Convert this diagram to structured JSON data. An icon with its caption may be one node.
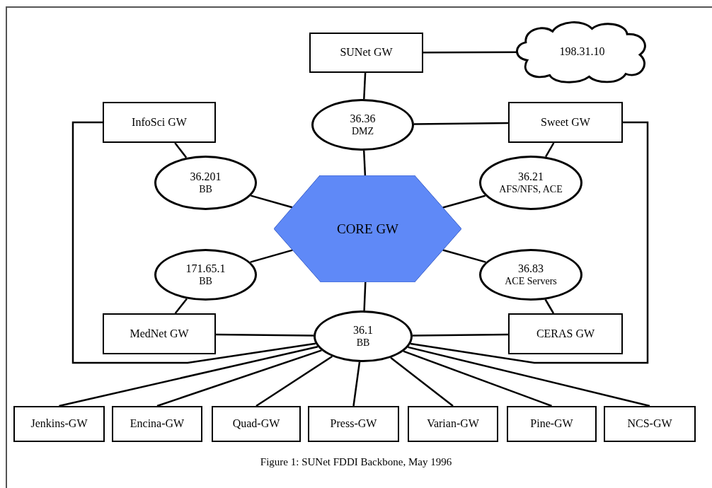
{
  "diagram": {
    "caption": "Figure 1: SUNet FDDI Backbone, May 1996",
    "nodes": [
      {
        "text": [
          "SUNet GW"
        ]
      },
      {
        "text": [
          "198.31.10"
        ]
      },
      {
        "text": [
          "InfoSci GW"
        ]
      },
      {
        "text": [
          "36.36",
          "DMZ"
        ]
      },
      {
        "text": [
          "Sweet GW"
        ]
      },
      {
        "text": [
          "36.201",
          "BB"
        ]
      },
      {
        "text": [
          "36.21",
          "AFS/NFS, ACE"
        ]
      },
      {
        "text": [
          "CORE GW"
        ]
      },
      {
        "text": [
          "171.65.1",
          "BB"
        ]
      },
      {
        "text": [
          "36.83",
          "ACE Servers"
        ]
      },
      {
        "text": [
          "MedNet GW"
        ]
      },
      {
        "text": [
          "36.1",
          "BB"
        ]
      },
      {
        "text": [
          "CERAS GW"
        ]
      },
      {
        "text": [
          "Jenkins-GW"
        ]
      },
      {
        "text": [
          "Encina-GW"
        ]
      },
      {
        "text": [
          "Quad-GW"
        ]
      },
      {
        "text": [
          "Press-GW"
        ]
      },
      {
        "text": [
          "Varian-GW"
        ]
      },
      {
        "text": [
          "Pine-GW"
        ]
      },
      {
        "text": [
          "NCS-GW"
        ]
      }
    ],
    "edges": [
      {
        "from": 0,
        "to": 1,
        "arrow": "none"
      },
      {
        "from": 0,
        "to": 3,
        "arrow": "none"
      },
      {
        "from": 3,
        "to": 4,
        "arrow": "none"
      },
      {
        "from": 2,
        "to": 5,
        "arrow": "none"
      },
      {
        "from": 5,
        "to": 7,
        "arrow": "none"
      },
      {
        "from": 3,
        "to": 7,
        "arrow": "none"
      },
      {
        "from": 4,
        "to": 6,
        "arrow": "none"
      },
      {
        "from": 6,
        "to": 7,
        "arrow": "none"
      },
      {
        "from": 7,
        "to": 8,
        "arrow": "none"
      },
      {
        "from": 8,
        "to": 10,
        "arrow": "none"
      },
      {
        "from": 7,
        "to": 9,
        "arrow": "none"
      },
      {
        "from": 9,
        "to": 12,
        "arrow": "none"
      },
      {
        "from": 7,
        "to": 11,
        "arrow": "none"
      },
      {
        "from": 10,
        "to": 11,
        "arrow": "none"
      },
      {
        "from": 11,
        "to": 12,
        "arrow": "none"
      },
      {
        "from": 2,
        "to": 11,
        "arrow": "none"
      },
      {
        "from": 4,
        "to": 11,
        "arrow": "none"
      },
      {
        "from": 11,
        "to": 13,
        "arrow": "none"
      },
      {
        "from": 11,
        "to": 14,
        "arrow": "none"
      },
      {
        "from": 11,
        "to": 15,
        "arrow": "none"
      },
      {
        "from": 11,
        "to": 16,
        "arrow": "none"
      },
      {
        "from": 11,
        "to": 17,
        "arrow": "none"
      },
      {
        "from": 11,
        "to": 18,
        "arrow": "none"
      },
      {
        "from": 11,
        "to": 19,
        "arrow": "none"
      }
    ]
  }
}
